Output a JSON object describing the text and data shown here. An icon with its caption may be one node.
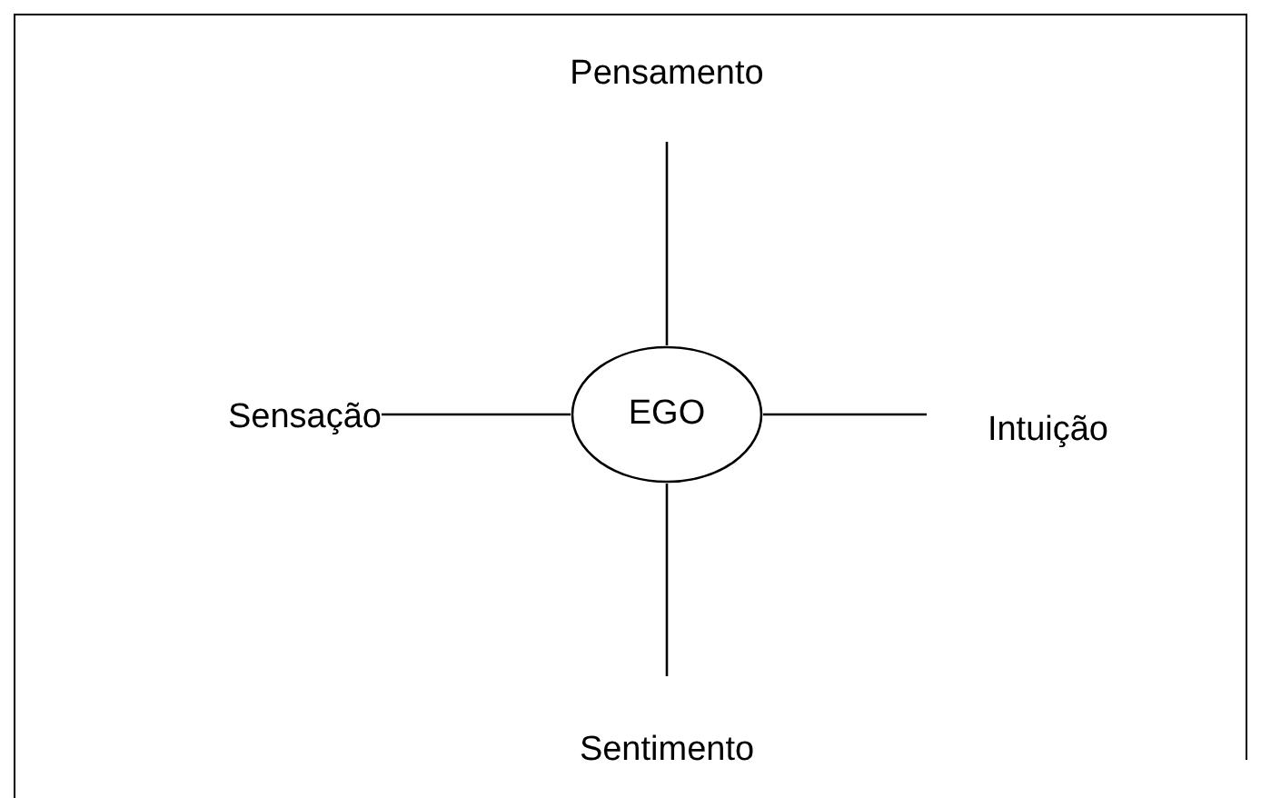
{
  "diagram": {
    "nodes": [
      {
        "text": [
          "Pensamento"
        ]
      },
      {
        "text": [
          "Sensação"
        ]
      },
      {
        "text": [
          "EGO"
        ]
      },
      {
        "text": [
          "Intuição"
        ]
      },
      {
        "text": [
          "Sentimento"
        ]
      }
    ],
    "edges": [
      {
        "from": 2,
        "to": 0,
        "arrow": "none"
      },
      {
        "from": 2,
        "to": 1,
        "arrow": "none"
      },
      {
        "from": 2,
        "to": 3,
        "arrow": "none"
      },
      {
        "from": 2,
        "to": 4,
        "arrow": "none"
      }
    ]
  }
}
